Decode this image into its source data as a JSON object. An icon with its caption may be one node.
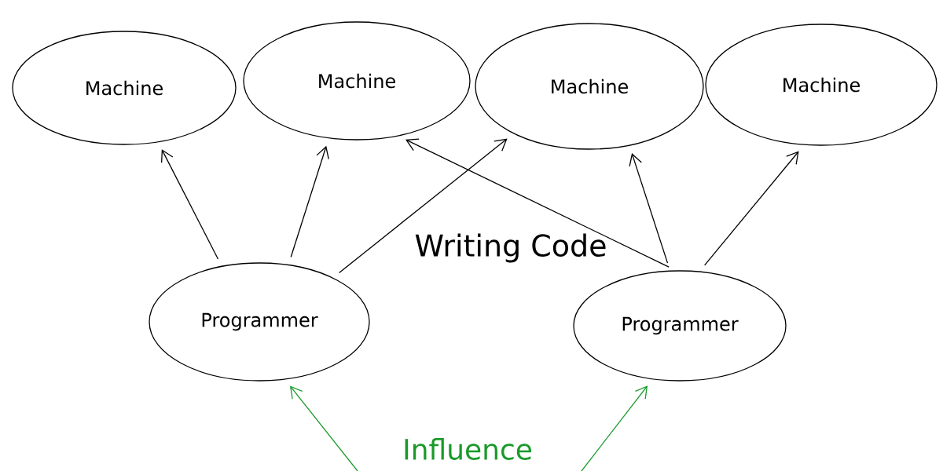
{
  "diagram": {
    "nodes": [
      {
        "text": [
          "Machine"
        ]
      },
      {
        "text": [
          "Machine"
        ]
      },
      {
        "text": [
          "Machine"
        ]
      },
      {
        "text": [
          "Machine"
        ]
      },
      {
        "text": [
          "Programmer"
        ]
      },
      {
        "text": [
          "Programmer"
        ]
      }
    ],
    "edges": [
      {
        "from": 4,
        "to": 0,
        "arrow": "to"
      },
      {
        "from": 4,
        "to": 1,
        "arrow": "to"
      },
      {
        "from": 4,
        "to": 2,
        "arrow": "to"
      },
      {
        "from": 5,
        "to": 1,
        "arrow": "to"
      },
      {
        "from": 5,
        "to": 2,
        "arrow": "to"
      },
      {
        "from": 5,
        "to": 3,
        "arrow": "to"
      },
      {
        "from": null,
        "to": 4,
        "arrow": "to",
        "color": "#1a9a2a"
      },
      {
        "from": null,
        "to": 5,
        "arrow": "to",
        "color": "#1a9a2a"
      }
    ],
    "labels": [
      "Writing Code",
      "Influence"
    ]
  }
}
